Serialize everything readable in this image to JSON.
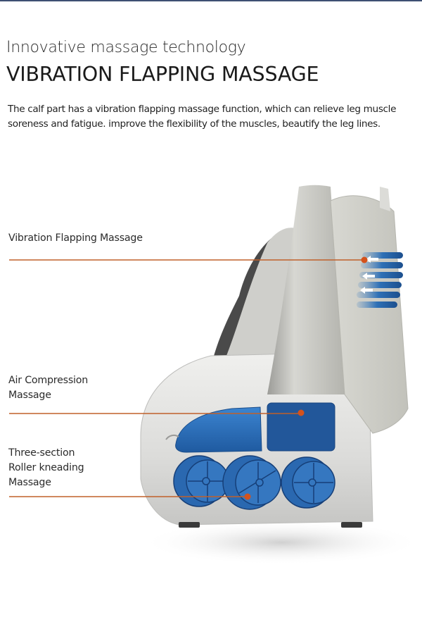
{
  "header": {
    "subtitle": "Innovative massage technology",
    "title": "VIBRATION FLAPPING MASSAGE",
    "description": "The calf part has a vibration flapping massage function, which can relieve leg muscle soreness and fatigue. improve the flexibility of the muscles, beautify the leg lines."
  },
  "callouts": [
    {
      "label": "Vibration Flapping Massage"
    },
    {
      "label_line1": "Air Compression",
      "label_line2": "Massage"
    },
    {
      "label_line1": "Three-section",
      "label_line2": "Roller kneading",
      "label_line3": "Massage"
    }
  ],
  "colors": {
    "accent_line": "#c0602a",
    "accent_dot": "#d4521c",
    "massage_blue": "#2f6fb8",
    "chair_gray": "#c9c9c4"
  }
}
